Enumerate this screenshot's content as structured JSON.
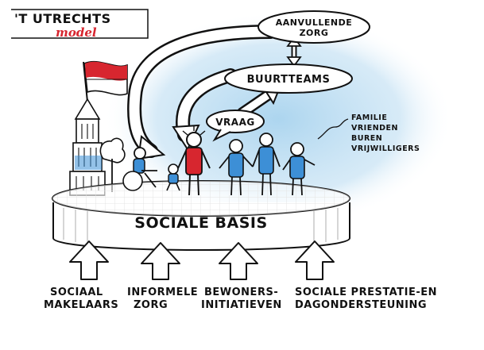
{
  "logo": {
    "line1": "'T UTRECHTS",
    "line2": "model"
  },
  "bubbles": {
    "aanvullende": [
      "AANVULLENDE",
      "ZORG"
    ],
    "buurtteams": "BUURTTEAMS",
    "vraag": "VRAAG"
  },
  "network": [
    "FAMILIE",
    "VRIENDEN",
    "BUREN",
    "VRIJWILLIGERS"
  ],
  "platform": "SOCIALE BASIS",
  "pillars": [
    [
      "SOCIAAL",
      "MAKELAARS"
    ],
    [
      "INFORMELE",
      "ZORG"
    ],
    [
      "BEWONERS-",
      "INITIATIEVEN"
    ],
    [
      "SOCIALE PRESTATIE-EN",
      "DAGONDERSTEUNING"
    ]
  ],
  "colors": {
    "accent_red": "#d7262f",
    "person_blue": "#3d8fd6",
    "sky_blue": "#a8d3ee",
    "ink": "#111111"
  }
}
